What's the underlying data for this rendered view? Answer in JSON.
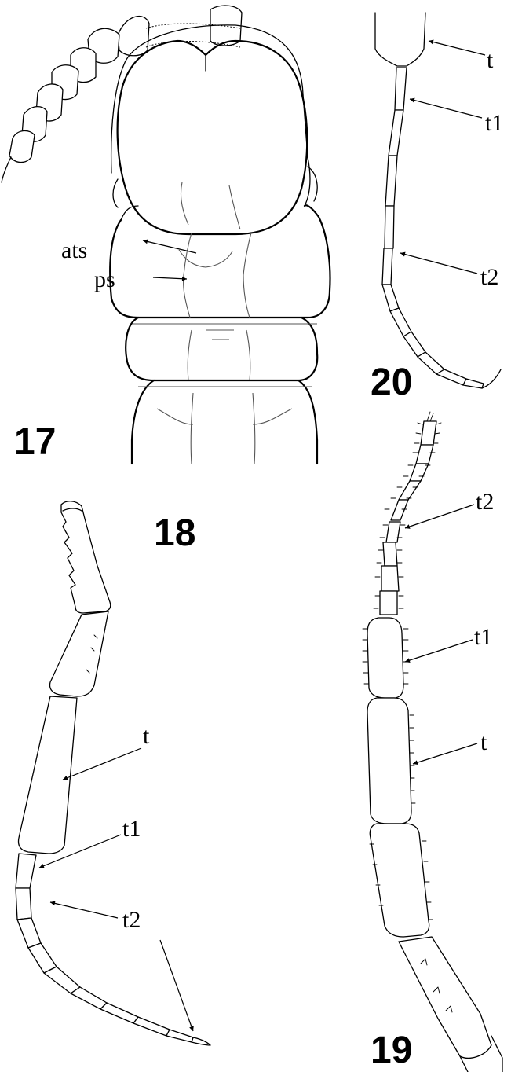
{
  "figure_numbers": {
    "fig17": "17",
    "fig18": "18",
    "fig19": "19",
    "fig20": "20"
  },
  "labels": {
    "fig17_ats": "ats",
    "fig17_ps": "ps",
    "fig20_t": "t",
    "fig20_t1": "t1",
    "fig20_t2": "t2",
    "fig18_t": "t",
    "fig18_t1": "t1",
    "fig18_t2": "t2",
    "fig19_t2": "t2",
    "fig19_t1": "t1",
    "fig19_t": "t"
  },
  "colors": {
    "ink": "#000000",
    "suture": "#555555",
    "background": "#ffffff"
  }
}
